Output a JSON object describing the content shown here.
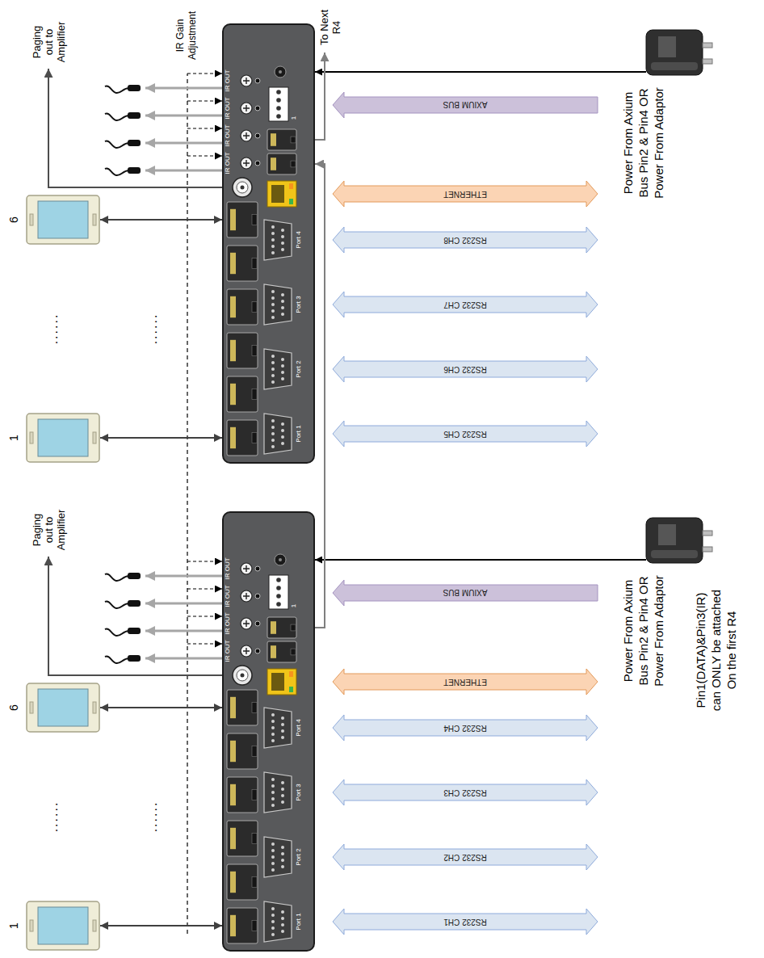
{
  "diagram": {
    "nodes": [
      {
        "text": [
          "1"
        ]
      },
      {
        "text": [
          "6"
        ]
      },
      {
        "text": [
          "Port 1",
          "Port 2",
          "Port 3",
          "Port 4",
          "1",
          "IR OUT",
          "IR OUT",
          "IR OUT",
          "IR OUT"
        ]
      },
      {
        "text": [
          "1"
        ]
      },
      {
        "text": [
          "6"
        ]
      },
      {
        "text": [
          "Port 1",
          "Port 2",
          "Port 3",
          "Port 4",
          "1",
          "IR OUT",
          "IR OUT",
          "IR OUT",
          "IR OUT"
        ]
      },
      {
        "text": [
          "RS232 CH1"
        ]
      },
      {
        "text": [
          "RS232 CH2"
        ]
      },
      {
        "text": [
          "RS232 CH3"
        ]
      },
      {
        "text": [
          "RS232 CH4"
        ]
      },
      {
        "text": [
          "ETHERNET"
        ]
      },
      {
        "text": [
          "AXIUM BUS"
        ]
      },
      {
        "text": [
          "RS232 CH5"
        ]
      },
      {
        "text": [
          "RS232 CH6"
        ]
      },
      {
        "text": [
          "RS232 CH7"
        ]
      },
      {
        "text": [
          "RS232 CH8"
        ]
      },
      {
        "text": [
          "ETHERNET"
        ]
      },
      {
        "text": [
          "AXIUM BUS"
        ]
      }
    ],
    "edges": [
      {
        "from": 0,
        "to": 2,
        "arrow": "both"
      },
      {
        "from": 1,
        "to": 2,
        "arrow": "both"
      },
      {
        "from": 3,
        "to": 5,
        "arrow": "both"
      },
      {
        "from": 4,
        "to": 5,
        "arrow": "both"
      },
      {
        "from": 2,
        "to": 5,
        "arrow": "to"
      }
    ],
    "labels": [
      "Paging out to Amplifier",
      "Paging out to Amplifier",
      "IR Gain Adjustment",
      "To Next R4",
      "......",
      "......",
      "......",
      "......",
      "Power From Axium Bus Pin2 & Pin4 OR Power From Adaptor",
      "Power From Axium Bus Pin2 & Pin4 OR Power From Adaptor",
      "Pin1(DATA)&Pin3(IR) can ONLY be attached On the first R4"
    ]
  }
}
